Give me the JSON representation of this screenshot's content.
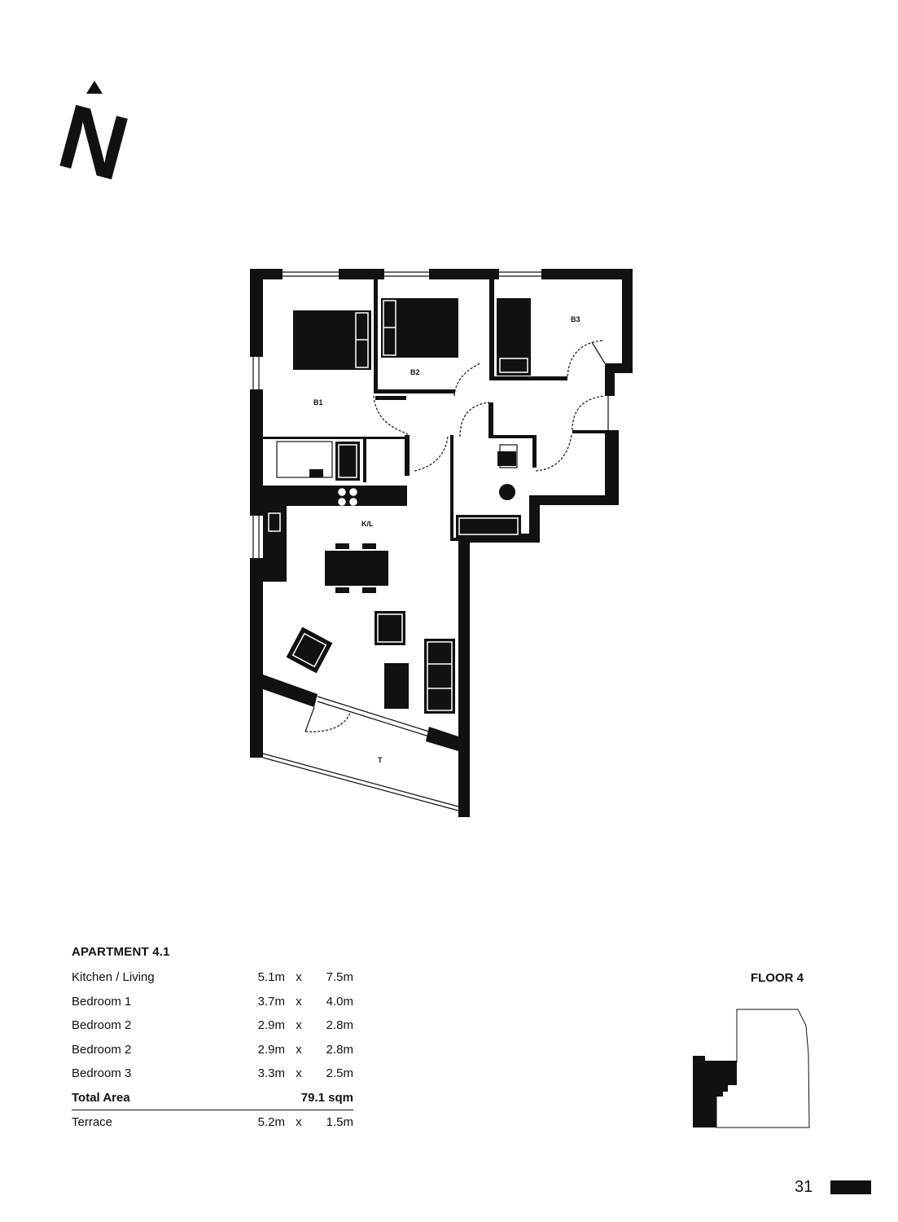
{
  "compass": {
    "letter": "N",
    "icon": "north-arrow-icon"
  },
  "plan": {
    "labels": {
      "b1": "B1",
      "b2": "B2",
      "b3": "B3",
      "kl": "K/L",
      "t": "T"
    }
  },
  "schedule": {
    "title": "APARTMENT 4.1",
    "rows": [
      {
        "name": "Kitchen / Living",
        "w": "5.1m",
        "x": "x",
        "d": "7.5m"
      },
      {
        "name": "Bedroom 1",
        "w": "3.7m",
        "x": "x",
        "d": "4.0m"
      },
      {
        "name": "Bedroom 2",
        "w": "2.9m",
        "x": "x",
        "d": "2.8m"
      },
      {
        "name": "Bedroom 2",
        "w": "2.9m",
        "x": "x",
        "d": "2.8m"
      },
      {
        "name": "Bedroom 3",
        "w": "3.3m",
        "x": "x",
        "d": "2.5m"
      }
    ],
    "total": {
      "name": "Total Area",
      "value": "79.1 sqm"
    },
    "terrace": {
      "name": "Terrace",
      "w": "5.2m",
      "x": "x",
      "d": "1.5m"
    }
  },
  "floor": {
    "label": "FLOOR 4"
  },
  "page": {
    "number": "31"
  },
  "colors": {
    "ink": "#111111",
    "paper": "#ffffff"
  }
}
